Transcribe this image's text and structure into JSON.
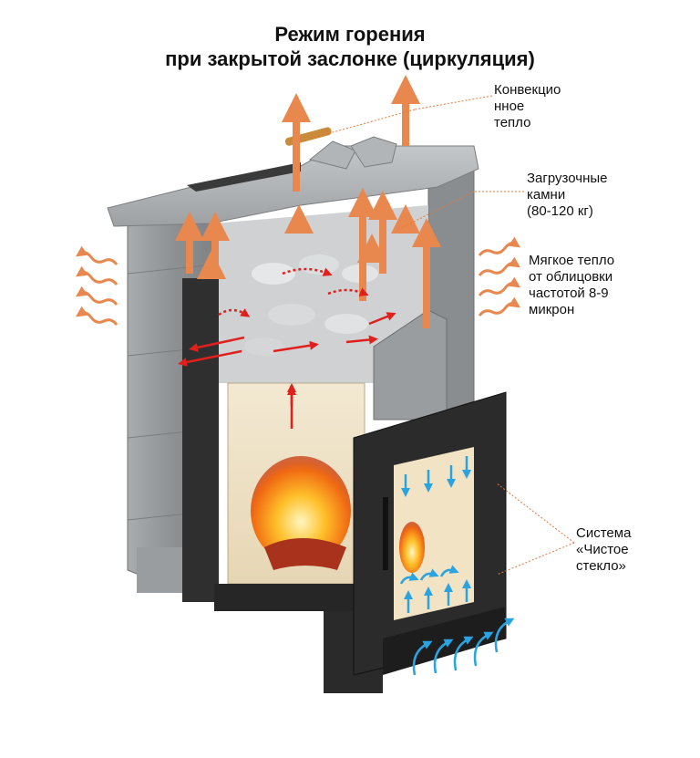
{
  "title": {
    "line1": "Режим горения",
    "line2": "при закрытой заслонке (циркуляция)"
  },
  "labels": {
    "convection": [
      "Конвекцио",
      "нное",
      "тепло"
    ],
    "stones": [
      "Загрузочные",
      "камни",
      "(80-120 кг)"
    ],
    "soft_heat": [
      "Мягкое тепло",
      "от облицовки",
      "частотой 8-9",
      "микрон"
    ],
    "clean_glass": [
      "Система",
      "«Чистое",
      "стекло»"
    ]
  },
  "colors": {
    "convection_arrow": "#e8884e",
    "hot_air_arrow": "#e0201c",
    "cold_air_arrow": "#2aa4e0",
    "stone": "#9a9d9f",
    "steel": "#2c2c2c",
    "leader_line": "#e07a3a"
  }
}
